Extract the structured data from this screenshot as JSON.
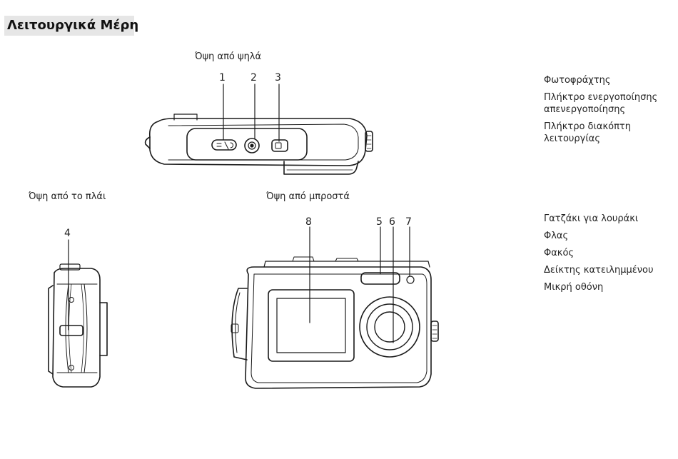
{
  "heading": "Λειτουργικά Μέρη",
  "views": {
    "top": "Όψη από ψηλά",
    "side": "Όψη από το πλάι",
    "front": "Όψη από μπροστά"
  },
  "callouts": {
    "top": [
      "1",
      "2",
      "3"
    ],
    "side": [
      "4"
    ],
    "front": [
      "8",
      "5",
      "6",
      "7"
    ]
  },
  "legend_top": [
    "Φωτοφράχτης",
    "Πλήκτρο ενεργοποίησης απενεργοποίησης",
    "Πλήκτρο διακόπτη λειτουργίας"
  ],
  "legend_front": [
    "Γατζάκι για λουράκι",
    "Φλας",
    "Φακός",
    "Δείκτης κατειλημμένου",
    "Μικρή οθόνη"
  ]
}
